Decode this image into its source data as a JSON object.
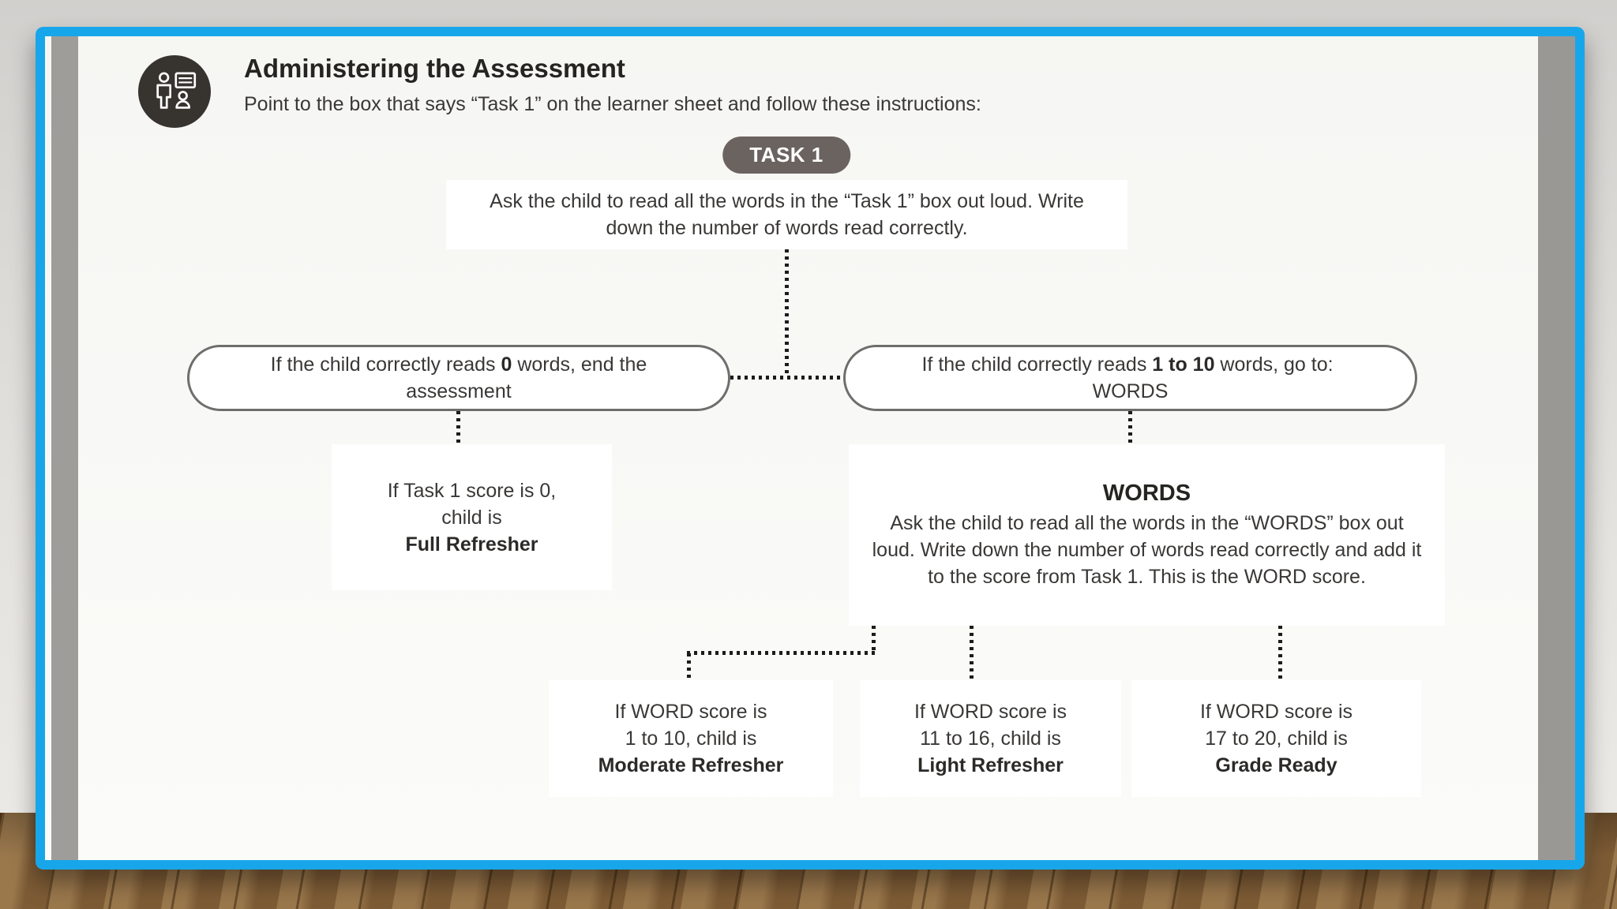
{
  "colors": {
    "frame_blue": "#18a6ea",
    "wall_gray": "#d5d3d0",
    "floor_brown": "#8a6840",
    "slide_background": "#f6f6f3",
    "node_background": "#ffffff",
    "badge_background": "#6b6360",
    "icon_circle_background": "#37332f",
    "pill_border": "#6f6e6c",
    "connector": "#1c1c1c",
    "text": "#3a3836"
  },
  "slide": {
    "header": {
      "icon": "presenter-with-board-icon",
      "title": "Administering the Assessment",
      "subtitle": "Point to the box that says “Task 1” on the learner sheet and follow these instructions:"
    },
    "flowchart": {
      "badge": {
        "label": "TASK 1"
      },
      "task1_box": {
        "text": "Ask the child to read all the words in the “Task 1” box out loud. Write down the number of words read correctly."
      },
      "zero_pill": {
        "pre": "If the child correctly reads ",
        "bold": "0",
        "post": " words, end the assessment"
      },
      "range_pill": {
        "pre": "If the child correctly reads ",
        "bold": "1 to 10",
        "post": " words, go to:  WORDS"
      },
      "full_refresher_box": {
        "line1": "If Task 1 score is 0,",
        "line2": "child is",
        "result": "Full Refresher"
      },
      "words_box": {
        "heading": "WORDS",
        "body": "Ask the child to read all the words in the “WORDS” box out loud. Write down the number of words read correctly and add it to the score from Task 1. This is the WORD score."
      },
      "outcomes": [
        {
          "line1": "If WORD score is",
          "line2": "1 to 10, child is",
          "result": "Moderate Refresher"
        },
        {
          "line1": "If WORD score is",
          "line2": "11 to 16, child is",
          "result": "Light Refresher"
        },
        {
          "line1": "If WORD score is",
          "line2": "17 to 20, child is",
          "result": "Grade Ready"
        }
      ]
    }
  }
}
